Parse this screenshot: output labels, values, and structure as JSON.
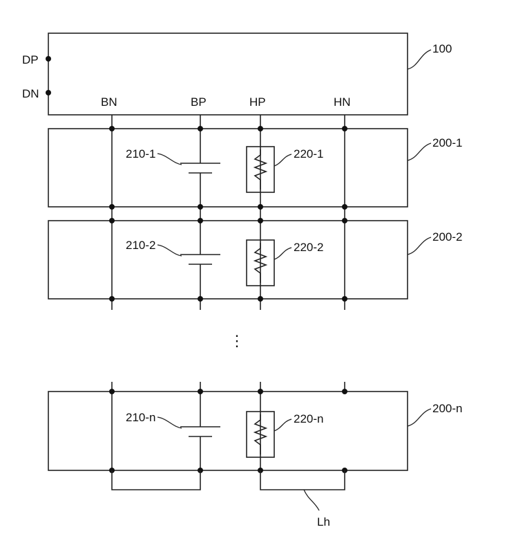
{
  "controller": {
    "ref": "100",
    "pins": {
      "dp": "DP",
      "dn": "DN"
    }
  },
  "buses": {
    "bn": "BN",
    "bp": "BP",
    "hp": "HP",
    "hn": "HN"
  },
  "modules": [
    {
      "ref": "200-1",
      "battery": "210-1",
      "heater": "220-1"
    },
    {
      "ref": "200-2",
      "battery": "210-2",
      "heater": "220-2"
    },
    {
      "ref": "200-n",
      "battery": "210-n",
      "heater": "220-n"
    }
  ],
  "ellipsis": "⋮",
  "loop_label": "Lh"
}
